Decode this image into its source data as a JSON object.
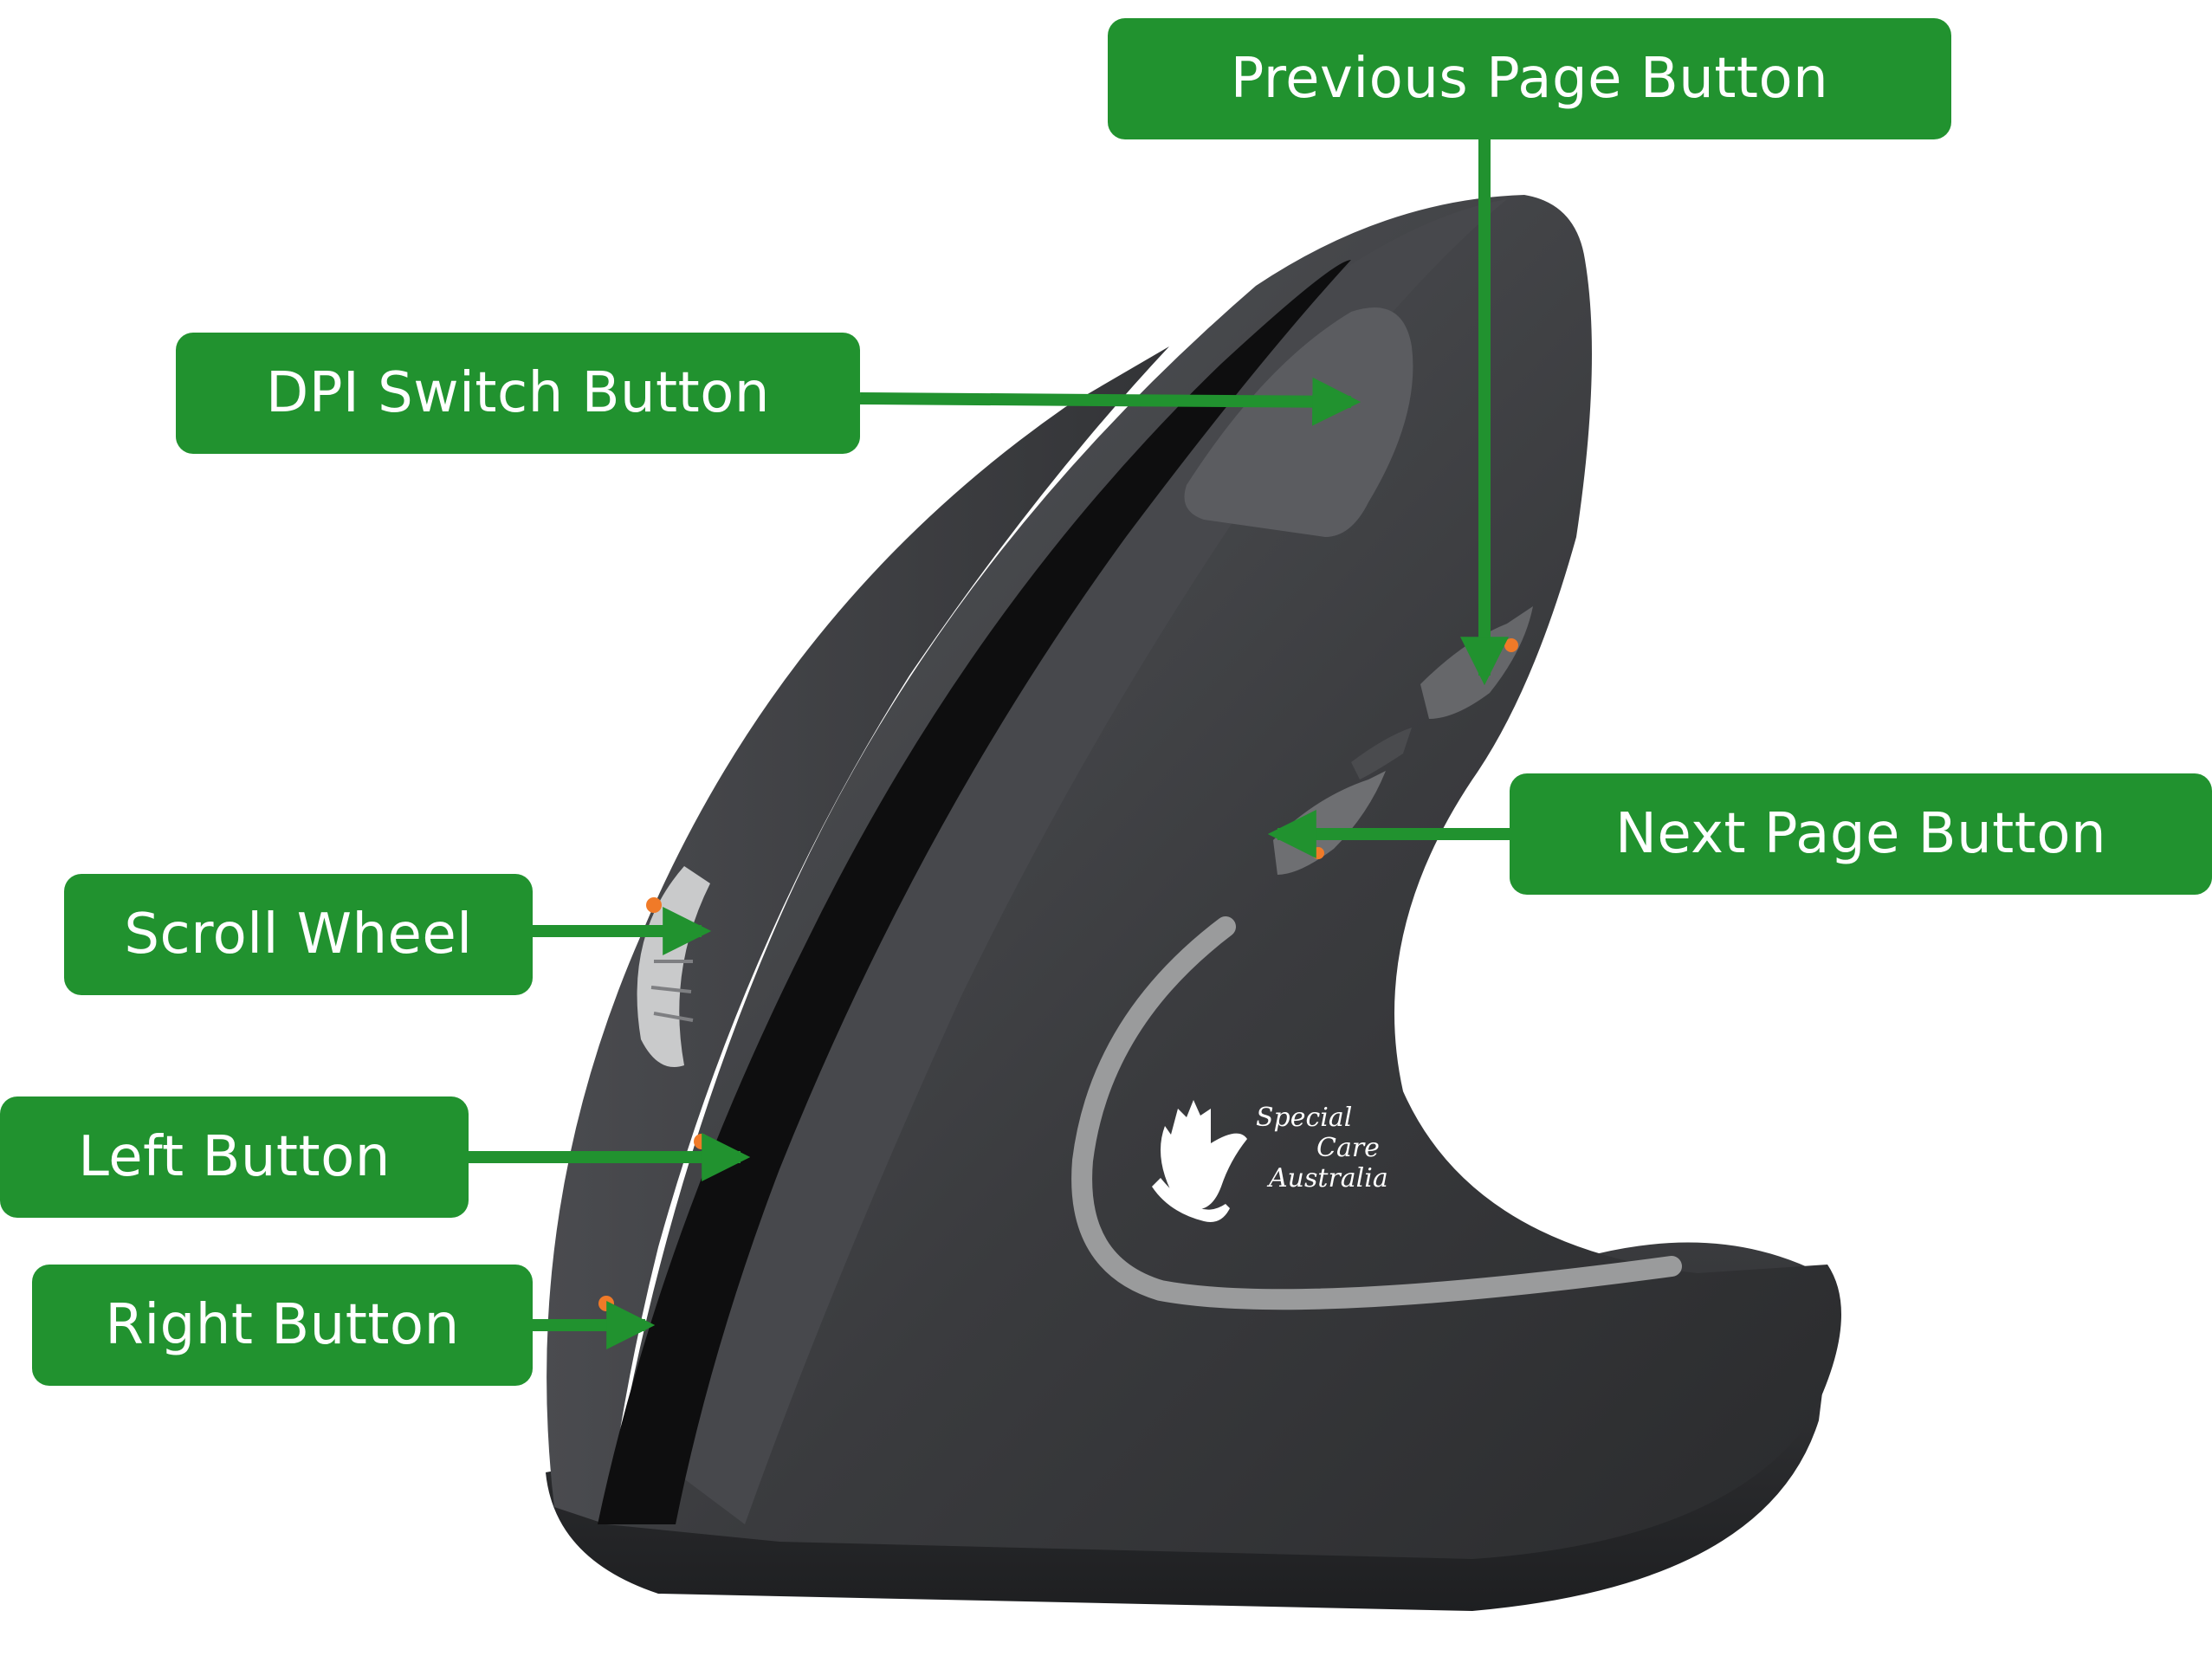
{
  "diagram": {
    "accent_color": "#21922f",
    "mouse_body_color": "#3c3d40",
    "mouse_accent_color": "#9a9b9c",
    "indicator_color": "#f07a28",
    "callouts": {
      "previous_page": "Previous Page Button",
      "dpi_switch": "DPI Switch Button",
      "next_page": "Next Page Button",
      "scroll_wheel": "Scroll Wheel",
      "left_button": "Left Button",
      "right_button": "Right Button"
    },
    "logo": {
      "line1": "Special",
      "line2": "Care",
      "line3": "Australia",
      "icon": "hands-logo-icon"
    }
  }
}
